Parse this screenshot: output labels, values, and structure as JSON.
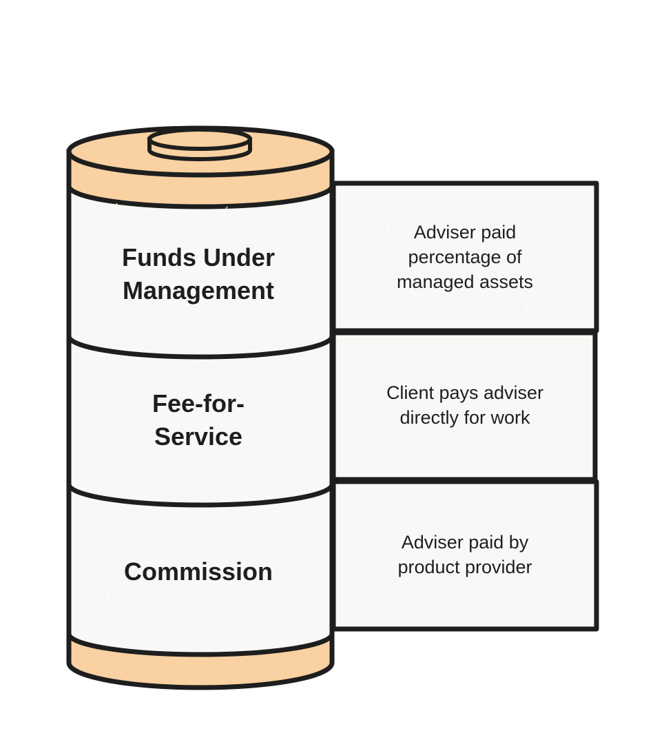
{
  "colors": {
    "stroke": "#1e1e1e",
    "fill_light": "#f8f8f6",
    "fill_peach": "#f9d1a2"
  },
  "segments": [
    {
      "label": "Funds Under Management",
      "description": "Adviser paid percentage of managed assets"
    },
    {
      "label": "Fee-for-Service",
      "description": "Client pays adviser directly for work"
    },
    {
      "label": "Commission",
      "description": "Adviser paid by product provider"
    }
  ]
}
